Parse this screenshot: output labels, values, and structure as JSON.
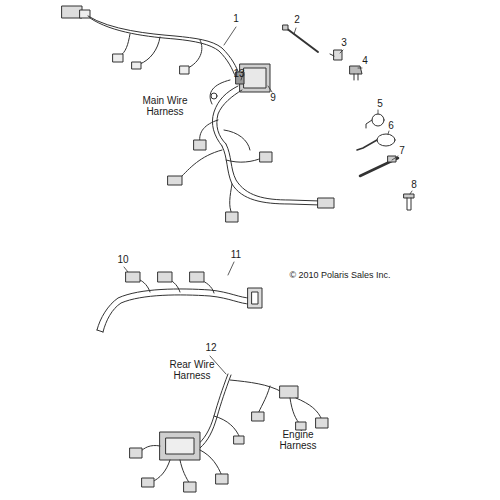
{
  "diagram": {
    "labels": [
      "1",
      "2",
      "13",
      "3",
      "4",
      "9",
      "5",
      "Main Wire Harness",
      "6",
      "7",
      "8",
      "© 2010 Polaris Sales Inc.",
      "10",
      "11",
      "Rear Wire Harness",
      "12",
      "Engine Harness"
    ]
  }
}
